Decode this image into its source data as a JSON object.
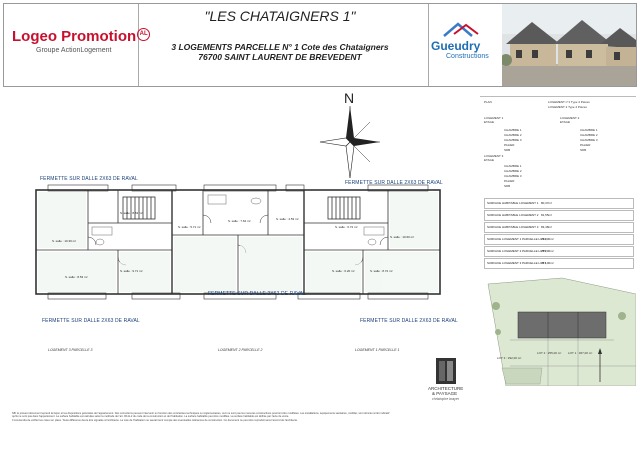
{
  "header": {
    "title": "\"LES CHATAIGNERS 1\"",
    "subtitle_line1": "3 LOGEMENTS PARCELLE N° 1 Cote des Chataigners",
    "subtitle_line2": "76700 SAINT LAURENT DE BREVEDENT",
    "logo_left_brand": "Logeo Promotion",
    "logo_left_badge": "AL",
    "logo_left_sub": "Groupe ActionLogement",
    "logo_right_brand": "Gueudry",
    "logo_right_sub": "Constructions"
  },
  "compass": {
    "north_label": "N"
  },
  "plan_labels": {
    "fermette_tl": "FERMETTE SUR DALLE 2X63 DE RAVAL",
    "fermette_tr": "FERMETTE SUR DALLE 2X63 DE RAVAL",
    "fermette_mid": "FERMETTE SUR DALLE 2X63 DE RAVAL",
    "fermette_bl": "FERMETTE SUR DALLE 2X63 DE RAVAL",
    "fermette_br": "FERMETTE SUR DALLE 2X63 DE RAVAL"
  },
  "lots": {
    "lot1": "LOGEMENT 3 PARCELLE 3",
    "lot2": "LOGEMENT 2 PARCELLE 2",
    "lot3": "LOGEMENT 1 PARCELLE 1"
  },
  "rooms": [
    {
      "name": "S. salle : 8.53 m²"
    },
    {
      "name": "S. salle : 10.39 m²"
    },
    {
      "name": "S. salle : 5.71 m²"
    },
    {
      "name": "S. salle : 9.71 m²"
    },
    {
      "name": "S. salle : 7.64 m²"
    },
    {
      "name": "S. salle : 4.53 m²"
    },
    {
      "name": "S. salle : 6.72 m²"
    },
    {
      "name": "S. salle : 10.60 m²"
    },
    {
      "name": "S. salle : 6.20 m²"
    },
    {
      "name": "S. salle : 8.72 m²"
    },
    {
      "name": "S. salle : 8.53 m²"
    }
  ],
  "right_panel": {
    "header_left": "PLAN",
    "header_right": "LOGEMENT n°1 Type 4 Pièces",
    "header_right2": "LOGEMENT 2 Type 4 Pièces",
    "logement1": "LOGEMENT 1",
    "logement2": "LOGEMENT 2",
    "logement3": "LOGEMENT 3",
    "etage": "ETAGE",
    "chambre1": "CHAMBRE 1",
    "chambre2": "CHAMBRE 2",
    "chambre3": "CHAMBRE 3",
    "palier": "PALIER",
    "sdb": "SDB",
    "surfaces": [
      {
        "label": "SURFACE HABITABLE LOGEMENT 1",
        "value": "80,37m²"
      },
      {
        "label": "SURFACE HABITABLE LOGEMENT 2",
        "value": "81,55m²"
      },
      {
        "label": "SURFACE HABITABLE LOGEMENT 3",
        "value": "83,48m²"
      },
      {
        "label": "SURFACE LOGEMENT 1 PARCELLE LOT 3",
        "value": "292,00m²"
      },
      {
        "label": "SURFACE LOGEMENT 2 PARCELLE LOT 2",
        "value": "255,00m²"
      },
      {
        "label": "SURFACE LOGEMENT 3 PARCELLE LOT 1",
        "value": "367,00m²"
      }
    ]
  },
  "site_plan": {
    "lot1": "LOT 1 : 367,00 m²",
    "lot2": "LOT 2 : 255,00 m²",
    "lot3": "LOT 3 : 292,00 m²"
  },
  "architect": {
    "line1": "ARCHITECTURE",
    "line2": "& PAYSAGE",
    "line3": "christophe brayer"
  },
  "footer": {
    "line1": "NB: le présent document reprend la façon et les dispositions générales de l'appartement. Des corrections peuvent intervenir en fonction des contraintes techniques ou réglementaires, ceci ne sont pas les mesures constructives pourront être modifiées. Les installations, équipements sanitaires, mobilier, sont donnés à titre indicatif",
    "line2": "qu'ils ne sont pas dans l'appartement. La surface habitable est calculée selon la méthode de l'art. R111-2 du code de la construction et de l'habitation. La surface habitable peut être modifiée. La surface habitable est définie par l'acte de vente.",
    "line3": "Il conviendra de vérifier les cotes sur place. Toute différence devra être signalée à l'architecte. La cote de l'habitation ne saurait tenir compte des éventuelles tolérances de construction. Ce document ne peut être reproduit sans l'accord de l'architecte."
  }
}
